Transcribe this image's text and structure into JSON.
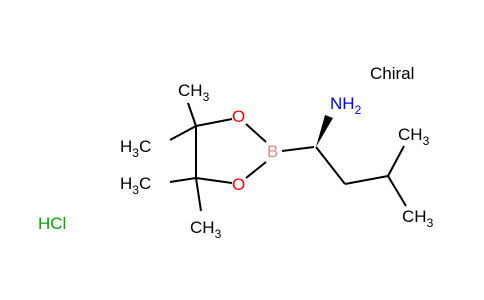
{
  "labels": {
    "chiral": "Chiral",
    "salt": "HCl",
    "ch3_top": {
      "main": "CH",
      "sub": "3"
    },
    "ch3_upper_left": {
      "main": "H",
      "sub": "3",
      "tail": "C"
    },
    "ch3_lower_left": {
      "main": "H",
      "sub": "3",
      "tail": "C"
    },
    "ch3_bottom": {
      "main": "CH",
      "sub": "3"
    },
    "ch3_right_upper": {
      "main": "CH",
      "sub": "3"
    },
    "ch3_right_lower": {
      "main": "CH",
      "sub": "3"
    },
    "oxygen_upper": "O",
    "oxygen_lower": "O",
    "boron": "B",
    "amine": {
      "main": "NH",
      "sub": "2"
    }
  },
  "colors": {
    "bond": "#000000",
    "oxygen": "#ff0000",
    "boron": "#d98c8c",
    "nitrogen": "#0000ff",
    "salt": "#00aa00",
    "text": "#000000"
  }
}
